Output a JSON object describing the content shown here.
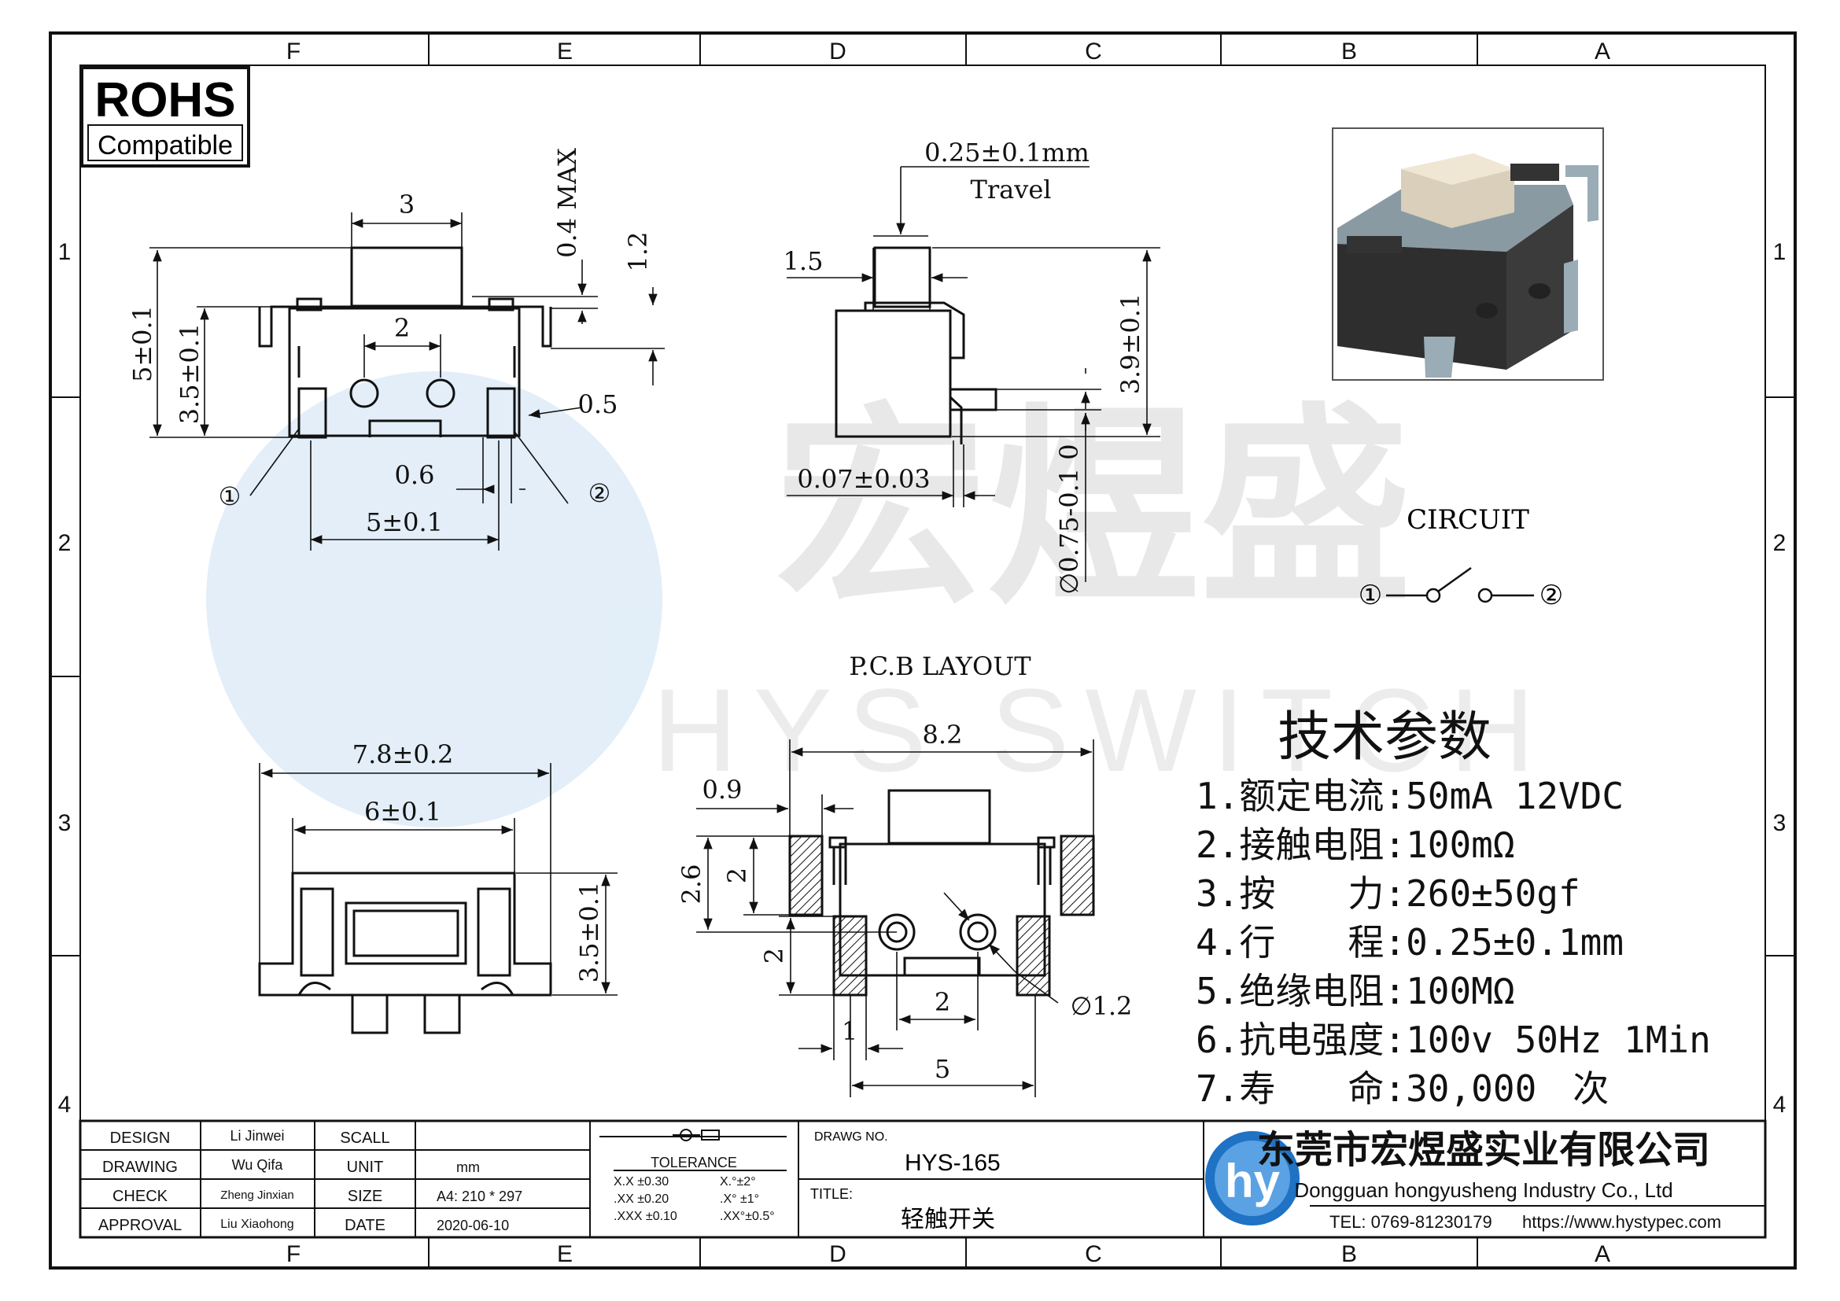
{
  "zones": {
    "columns": [
      "F",
      "E",
      "D",
      "C",
      "B",
      "A"
    ],
    "rows": [
      "1",
      "2",
      "3",
      "4"
    ]
  },
  "rohs": {
    "title": "ROHS",
    "subtitle": "Compatible"
  },
  "views": {
    "front": {
      "dim_width_top": "3",
      "dim_pin_spacing": "2",
      "dim_height_total": "5±0.1",
      "dim_height_body": "3.5±0.1",
      "dim_actuator_max": "0.4 MAX",
      "dim_actuator_height": "1.2",
      "dim_right_gap": "0.5",
      "dim_pad": "0.6",
      "dim_bottom": "5±0.1",
      "terminal_1": "①",
      "terminal_2": "②"
    },
    "side": {
      "travel_value": "0.25±0.1mm",
      "travel_label": "Travel",
      "dim_width": "1.5",
      "dim_height": "3.9±0.1",
      "dim_offset": "0.07±0.03",
      "dim_post": "∅0.75-0.1 0"
    },
    "bottom": {
      "dim_total_width": "7.8±0.2",
      "dim_body_width": "6±0.1",
      "dim_height": "3.5±0.1"
    },
    "pcb": {
      "title": "P.C.B LAYOUT",
      "dim_total": "8.2",
      "dim_pad_w": "0.9",
      "dim_26": "2.6",
      "dim_2a": "2",
      "dim_2b": "2",
      "dim_hole": "∅1.2",
      "dim_hole_spacing": "2",
      "dim_1": "1",
      "dim_5": "5"
    },
    "circuit": {
      "title": "CIRCUIT",
      "t1": "①",
      "t2": "②"
    }
  },
  "specs": {
    "title": "技术参数",
    "items": [
      {
        "num": "1.",
        "label": "额定电流:",
        "value": "50mA 12VDC"
      },
      {
        "num": "2.",
        "label": "接触电阻:",
        "value": "100mΩ"
      },
      {
        "num": "3.",
        "label": "按　　力:",
        "value": "260±50gf"
      },
      {
        "num": "4.",
        "label": "行　　程:",
        "value": "0.25±0.1mm"
      },
      {
        "num": "5.",
        "label": "绝缘电阻:",
        "value": "100MΩ"
      },
      {
        "num": "6.",
        "label": "抗电强度:",
        "value": "100v 50Hz 1Min"
      },
      {
        "num": "7.",
        "label": "寿　　命:",
        "value": "30,000　次"
      }
    ]
  },
  "watermark": {
    "cn": "宏煜盛",
    "en": "HYS SWITCH"
  },
  "title_block": {
    "rows": [
      {
        "label": "DESIGN",
        "name": "Li Jinwei",
        "field": "SCALL",
        "value": ""
      },
      {
        "label": "DRAWING",
        "name": "Wu Qifa",
        "field": "UNIT",
        "value": "mm"
      },
      {
        "label": "CHECK",
        "name": "Zheng Jinxian",
        "field": "SIZE",
        "value": "A4: 210 * 297"
      },
      {
        "label": "APPROVAL",
        "name": "Liu Xiaohong",
        "field": "DATE",
        "value": "2020-06-10"
      }
    ],
    "tolerance": {
      "title": "TOLERANCE",
      "lines": [
        [
          "X.X  ±0.30",
          "X.°±2°"
        ],
        [
          ".XX  ±0.20",
          ".X° ±1°"
        ],
        [
          ".XXX ±0.10",
          ".XX°±0.5°"
        ]
      ]
    },
    "drawg_no_label": "DRAWG NO.",
    "drawg_no": "HYS-165",
    "title_label": "TITLE:",
    "title": "轻触开关",
    "company_cn": "东莞市宏煜盛实业有限公司",
    "company_en": "Dongguan hongyusheng Industry Co., Ltd",
    "tel": "TEL: 0769-81230179",
    "web": "https://www.hystypec.com"
  }
}
